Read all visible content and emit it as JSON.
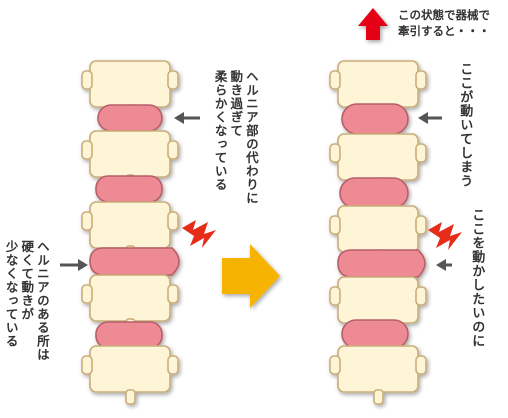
{
  "colors": {
    "bone_fill": "#fef4d6",
    "bone_stroke": "#c9ad79",
    "disc_fill": "#ee8a93",
    "disc_stroke": "#b65f69",
    "arrow_dark": "#555555",
    "lightning": "#e52d17",
    "big_arrow": "#f6b400",
    "red_arrow": "#e50012"
  },
  "icons": {
    "pain_mark": "lightning-icon",
    "transition": "right-arrow-icon",
    "traction": "up-arrow-icon"
  },
  "left_panel": {
    "label_top_lines": [
      "ヘルニア部の代わりに",
      "動き過ぎて",
      "柔らかくなっている"
    ],
    "label_bottom_lines": [
      "ヘルニアのある所は",
      "硬くて動きが",
      "少なくなっている"
    ]
  },
  "right_panel": {
    "caption_lines": [
      "この状態で器械で",
      "牽引すると・・・"
    ],
    "label_top": "ここが動いてしまう",
    "label_bottom": "ここを動かしたいのに"
  }
}
